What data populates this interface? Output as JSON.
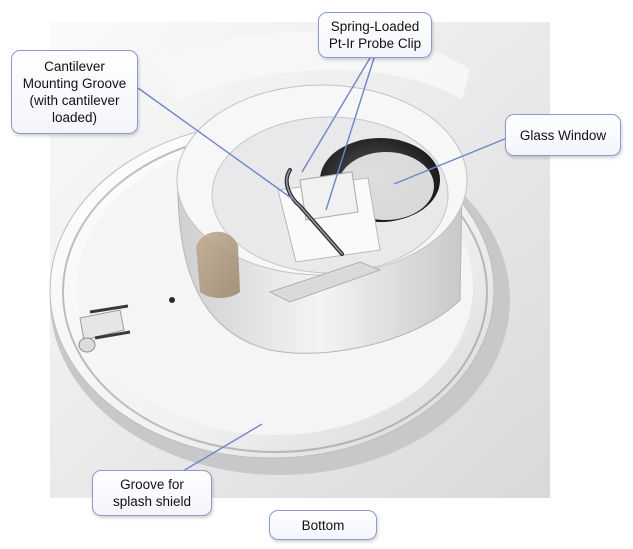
{
  "callouts": {
    "probe_clip": "Spring-Loaded\nPt-Ir Probe Clip",
    "cantilever_groove": "Cantilever\nMounting Groove\n(with cantilever\nloaded)",
    "glass_window": "Glass Window",
    "splash_groove": "Groove for\nsplash shield",
    "bottom": "Bottom"
  },
  "colors": {
    "callout_border": "#8a9bd0",
    "leader_line": "#6f86c9",
    "part_body": "#f4f4f5",
    "background_panel": "#e8e8e9",
    "cantilever_pad": "#b4a085"
  }
}
